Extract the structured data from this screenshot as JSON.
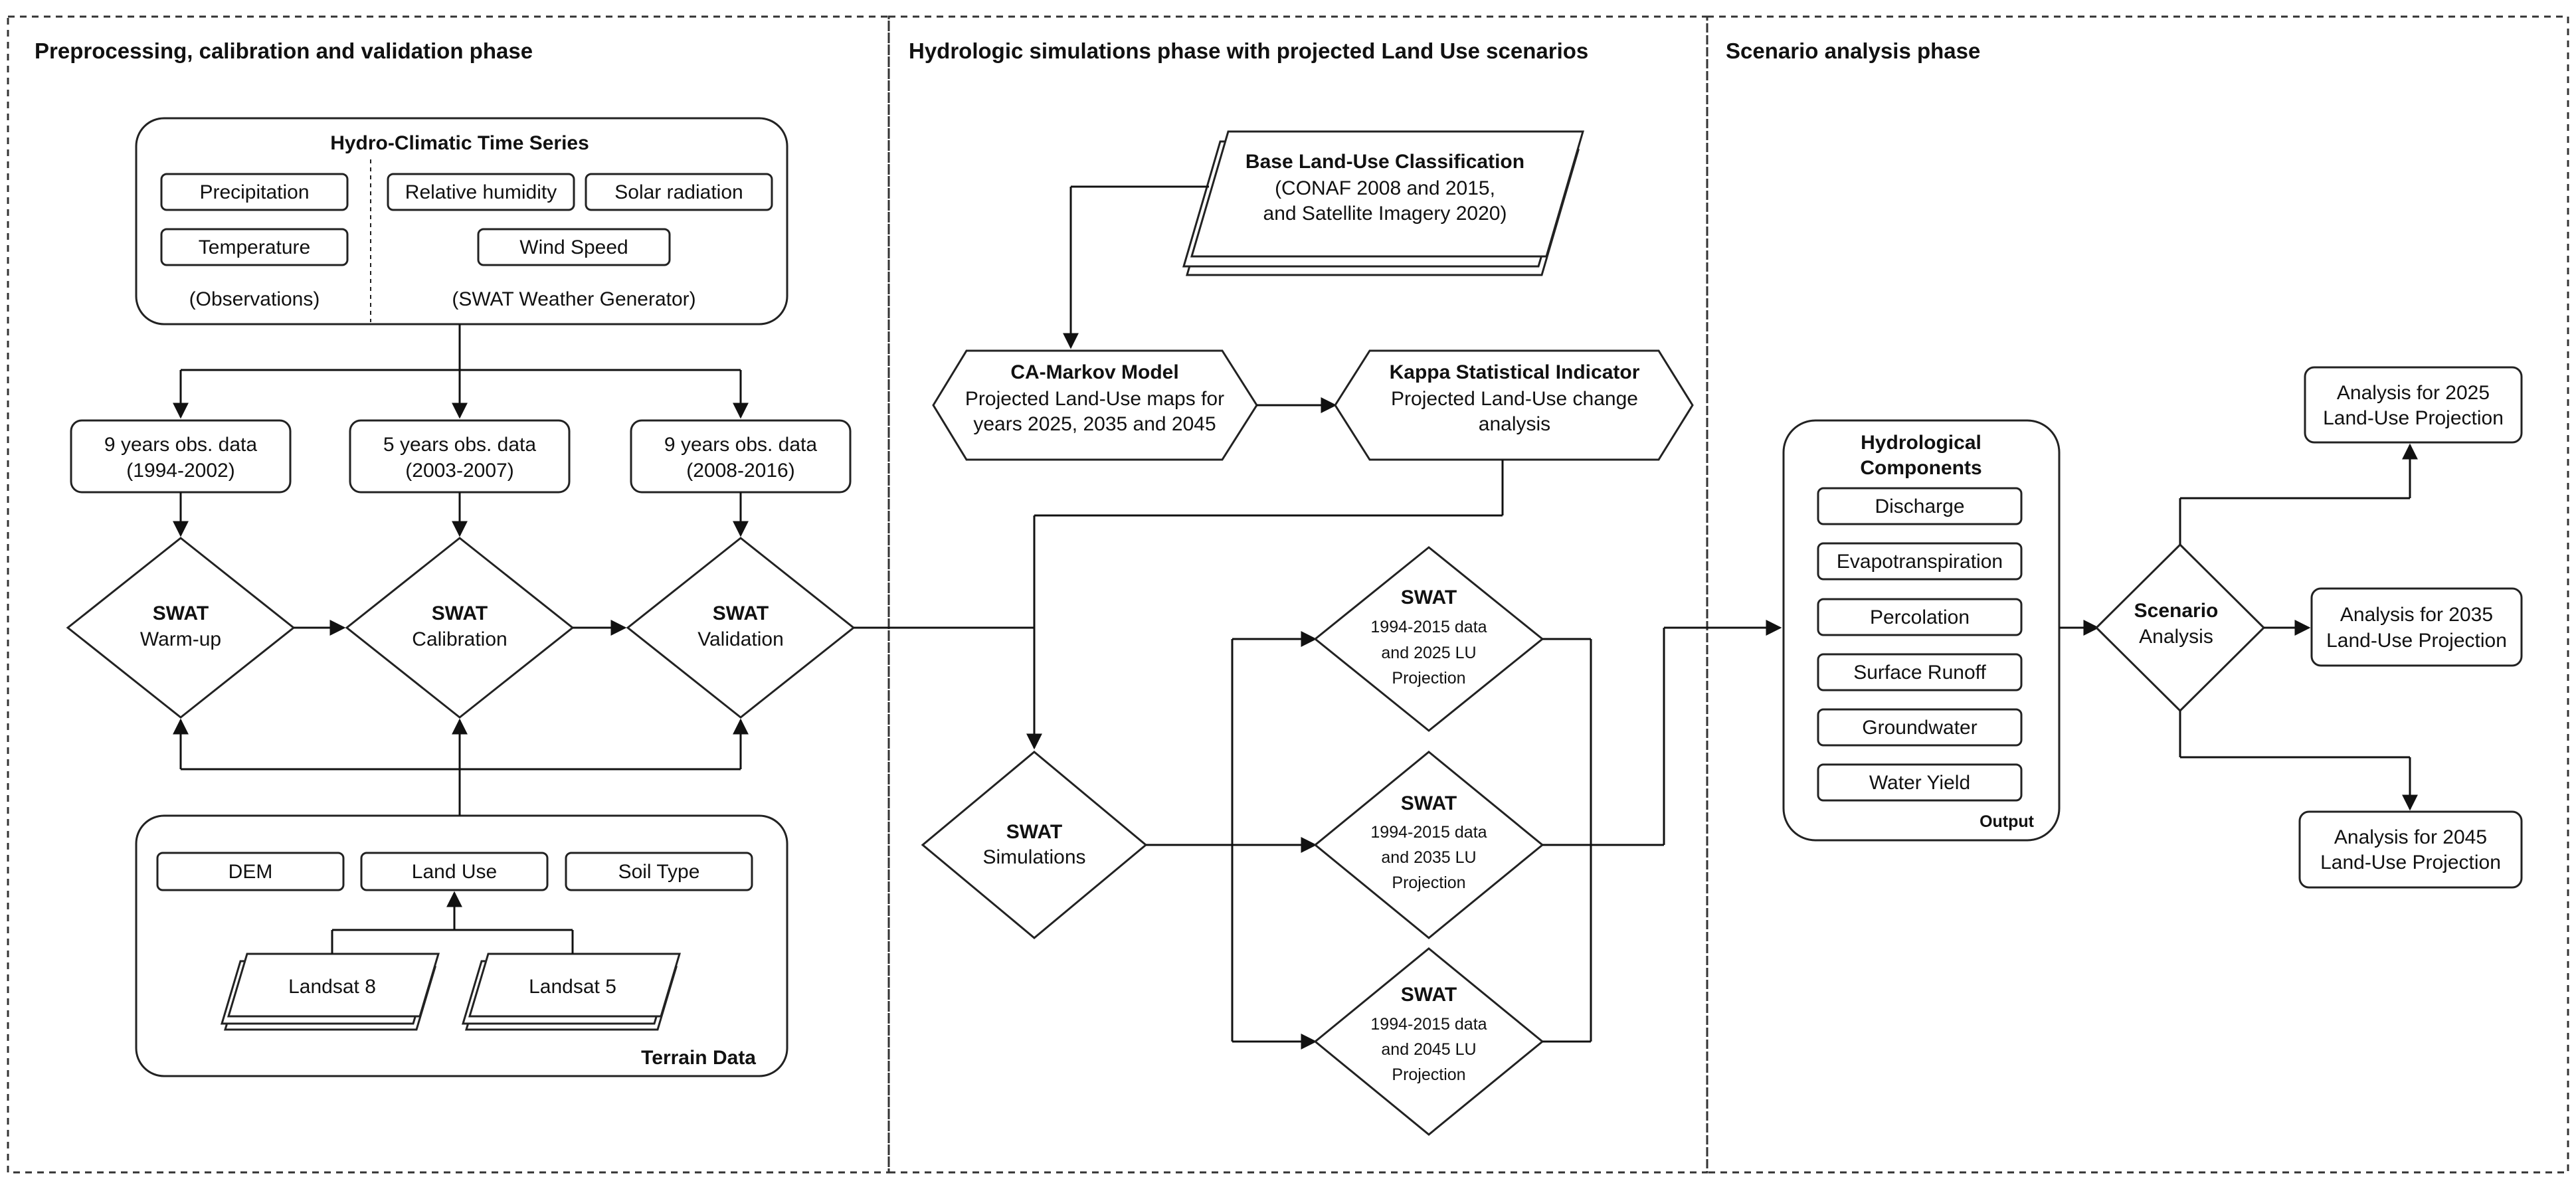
{
  "phases": {
    "preprocessing": "Preprocessing, calibration and validation phase",
    "hydrologic": "Hydrologic simulations phase with projected Land Use scenarios",
    "scenario": "Scenario analysis phase"
  },
  "hydro_climatic": {
    "title": "Hydro-Climatic Time Series",
    "precipitation": "Precipitation",
    "temperature": "Temperature",
    "observations": "(Observations)",
    "relative_humidity": "Relative humidity",
    "solar_radiation": "Solar radiation",
    "wind_speed": "Wind Speed",
    "weather_generator": "(SWAT Weather Generator)"
  },
  "periods": [
    {
      "line1": "9 years obs. data",
      "line2": "(1994-2002)"
    },
    {
      "line1": "5 years obs. data",
      "line2": "(2003-2007)"
    },
    {
      "line1": "9 years obs. data",
      "line2": "(2008-2016)"
    }
  ],
  "swat_steps": [
    {
      "title": "SWAT",
      "sub": "Warm-up"
    },
    {
      "title": "SWAT",
      "sub": "Calibration"
    },
    {
      "title": "SWAT",
      "sub": "Validation"
    }
  ],
  "terrain": {
    "title": "Terrain Data",
    "dem": "DEM",
    "land_use": "Land Use",
    "soil_type": "Soil Type",
    "landsat8": "Landsat 8",
    "landsat5": "Landsat 5"
  },
  "base_land_use": {
    "title": "Base Land-Use Classification",
    "line1": "(CONAF 2008 and 2015,",
    "line2": "and Satellite Imagery 2020)"
  },
  "ca_markov": {
    "title": "CA-Markov Model",
    "line1": "Projected Land-Use maps for",
    "line2": "years 2025, 2035 and 2045"
  },
  "kappa": {
    "title": "Kappa Statistical Indicator",
    "line1": "Projected Land-Use change",
    "line2": "analysis"
  },
  "swat_sim": {
    "title": "SWAT",
    "sub": "Simulations"
  },
  "swat_projections": [
    {
      "title": "SWAT",
      "line1": "1994-2015 data",
      "line2": "and 2025 LU",
      "line3": "Projection"
    },
    {
      "title": "SWAT",
      "line1": "1994-2015 data",
      "line2": "and 2035 LU",
      "line3": "Projection"
    },
    {
      "title": "SWAT",
      "line1": "1994-2015 data",
      "line2": "and 2045 LU",
      "line3": "Projection"
    }
  ],
  "hydro_components": {
    "title_line1": "Hydrological",
    "title_line2": "Components",
    "items": [
      "Discharge",
      "Evapotranspiration",
      "Percolation",
      "Surface Runoff",
      "Groundwater",
      "Water Yield"
    ],
    "output": "Output"
  },
  "scenario_analysis": {
    "title": "Scenario",
    "sub": "Analysis"
  },
  "analyses": [
    {
      "line1": "Analysis for 2025",
      "line2": "Land-Use Projection"
    },
    {
      "line1": "Analysis for 2035",
      "line2": "Land-Use Projection"
    },
    {
      "line1": "Analysis for 2045",
      "line2": "Land-Use Projection"
    }
  ]
}
